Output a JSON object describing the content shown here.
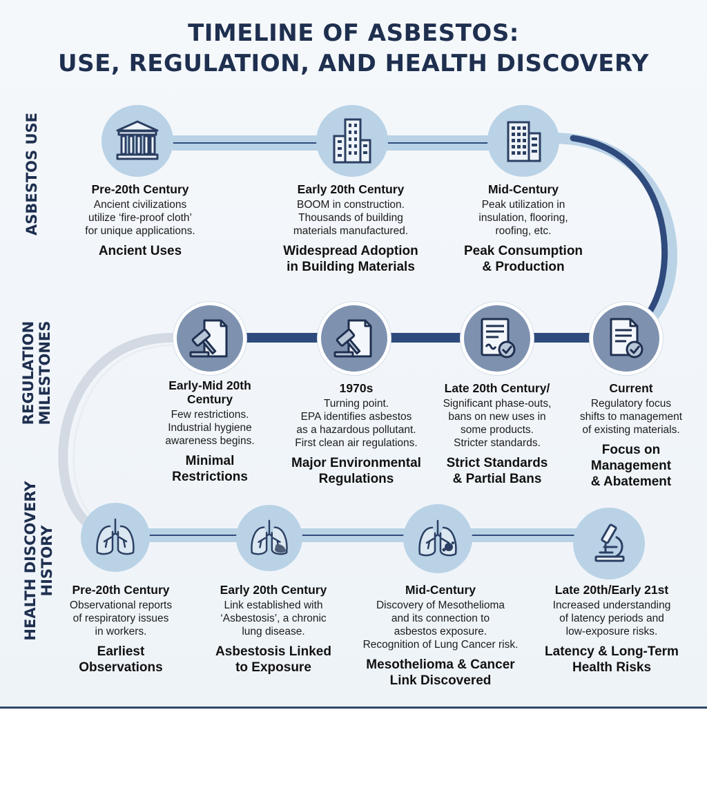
{
  "title": {
    "line1": "TIMELINE OF ASBESTOS:",
    "line2": "USE, REGULATION, AND HEALTH DISCOVERY"
  },
  "rows": {
    "use": {
      "label": "ASBESTOS USE"
    },
    "regulation": {
      "label_line1": "REGULATION",
      "label_line2": "MILESTONES"
    },
    "health": {
      "label_line1": "HEALTH DISCOVERY",
      "label_line2": "HISTORY"
    }
  },
  "colors": {
    "title": "#1e2f4f",
    "track_light": "#b9d2e6",
    "track_dark": "#2f4a7c",
    "circle_light": "#b9d2e6",
    "circle_dark": "#7e92b0",
    "icon_stroke": "#2b3f63"
  },
  "milestones": [
    {
      "icon": "temple-icon",
      "era": "Pre-20th Century",
      "desc": [
        "Ancient civilizations",
        "utilize ‘fire-proof cloth’",
        "for unique applications."
      ],
      "heading": [
        "Ancient Uses"
      ]
    },
    {
      "icon": "building-icon",
      "era": "Early 20th Century",
      "desc": [
        "BOOM in construction.",
        "Thousands of building",
        "materials manufactured."
      ],
      "heading": [
        "Widespread Adoption",
        "in Building Materials"
      ]
    },
    {
      "icon": "office-tower-icon",
      "era": "Mid-Century",
      "desc": [
        "Peak utilization in",
        "insulation, flooring,",
        "roofing, etc."
      ],
      "heading": [
        "Peak Consumption",
        "& Production"
      ]
    },
    {
      "icon": "gavel-document-icon",
      "era": "Early-Mid 20th Century",
      "desc": [
        "Few restrictions.",
        "Industrial hygiene",
        "awareness begins."
      ],
      "heading": [
        "Minimal",
        "Restrictions"
      ]
    },
    {
      "icon": "gavel-document-icon",
      "era": "1970s",
      "desc": [
        "Turning point.",
        "EPA identifies asbestos",
        "as a hazardous pollutant.",
        "First clean air regulations."
      ],
      "heading": [
        "Major Environmental",
        "Regulations"
      ]
    },
    {
      "icon": "certificate-check-icon",
      "era": "Late 20th Century/",
      "desc": [
        "Significant phase-outs,",
        "bans on new uses in",
        "some products.",
        "Stricter standards."
      ],
      "heading": [
        "Strict Standards",
        "& Partial Bans"
      ]
    },
    {
      "icon": "document-check-icon",
      "era": "Current",
      "desc": [
        "Regulatory focus",
        "shifts to management",
        "of existing materials."
      ],
      "heading": [
        "Focus on",
        "Management",
        "& Abatement"
      ]
    },
    {
      "icon": "lungs-icon",
      "era": "Pre-20th Century",
      "desc": [
        "Observational reports",
        "of respiratory issues",
        "in workers."
      ],
      "heading": [
        "Earliest",
        "Observations"
      ]
    },
    {
      "icon": "lungs-damaged-icon",
      "era": "Early 20th Century",
      "desc": [
        "Link established with",
        "‘Asbestosis’, a chronic",
        "lung disease."
      ],
      "heading": [
        "Asbestosis Linked",
        "to Exposure"
      ]
    },
    {
      "icon": "lungs-tumor-icon",
      "era": "Mid-Century",
      "desc": [
        "Discovery of Mesothelioma",
        "and its connection to",
        "asbestos exposure.",
        "Recognition of Lung Cancer risk."
      ],
      "heading": [
        "Mesothelioma & Cancer",
        "Link Discovered"
      ]
    },
    {
      "icon": "microscope-icon",
      "era": "Late 20th/Early 21st",
      "desc": [
        "Increased understanding",
        "of latency periods and",
        "low-exposure risks."
      ],
      "heading": [
        "Latency & Long-Term",
        "Health Risks"
      ]
    }
  ]
}
